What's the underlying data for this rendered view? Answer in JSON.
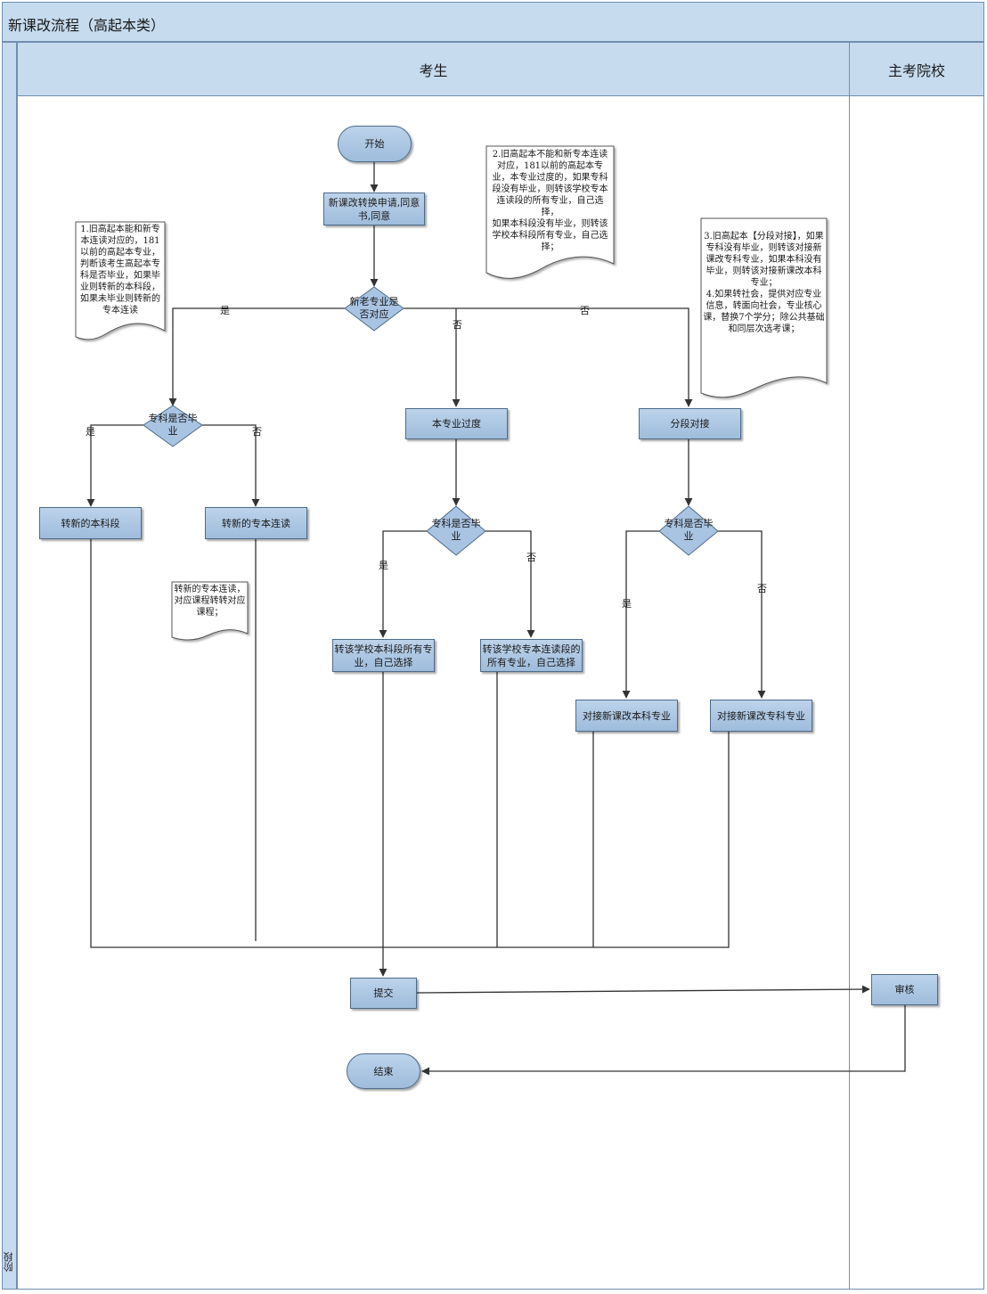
{
  "title": "新课改流程（高起本类）",
  "side_label": "阶段",
  "lanes": {
    "student": "考生",
    "school": "主考院校"
  },
  "nodes": {
    "start": "开始",
    "apply": "新课改转换申请,同意书,同意",
    "decision_main": "新老专业是否对应",
    "decision_left": "专科是否毕业",
    "convert_bachelor": "转新的本科段",
    "convert_upgrade": "转新的专本连读",
    "transition": "本专业过度",
    "decision_mid": "专科是否毕业",
    "to_bachelor_all": "转该学校本科段所有专业，自己选择",
    "to_upgrade_all": "转该学校专本连读段的所有专业，自己选择",
    "segment": "分段对接",
    "decision_right": "专科是否毕业",
    "dock_bachelor": "对接新课改本科专业",
    "dock_college": "对接新课改专科专业",
    "submit": "提交",
    "review": "审核",
    "end": "结束"
  },
  "edge_labels": {
    "main_yes": "是",
    "main_no_mid": "否",
    "main_no_right": "否",
    "left_yes": "是",
    "left_no": "否",
    "mid_yes": "是",
    "mid_no": "否",
    "right_yes": "是",
    "right_no": "否"
  },
  "notes": {
    "note1": "1.旧高起本能和新专本连读对应的，181以前的高起本专业，判断该考生高起本专科是否毕业，如果毕业则转新的本科段，如果未毕业则转新的专本连读",
    "note2": "2.旧高起本不能和新专本连读对应，181以前的高起本专业，本专业过度的，如果专科段没有毕业，则转该学校专本连读段的所有专业，自己选择，\n如果本科段没有毕业，则转该学校本科段所有专业，自己选择；",
    "note3": "3.旧高起本【分段对接】，如果专科没有毕业，则转该对接新课改专科专业，如果本科没有毕业，则转该对接新课改本科专业；\n4.如果转社会，提供对应专业信息，转面向社会，专业核心课，替换7个学分；除公共基础和同层次选考课；",
    "note4": "转新的专本连读，对应课程转转对应课程；"
  },
  "colors": {
    "header": "#c6dbee",
    "box_top": "#bcd3ea",
    "box_bottom": "#9fbcdc",
    "border": "#4e6c8c"
  }
}
